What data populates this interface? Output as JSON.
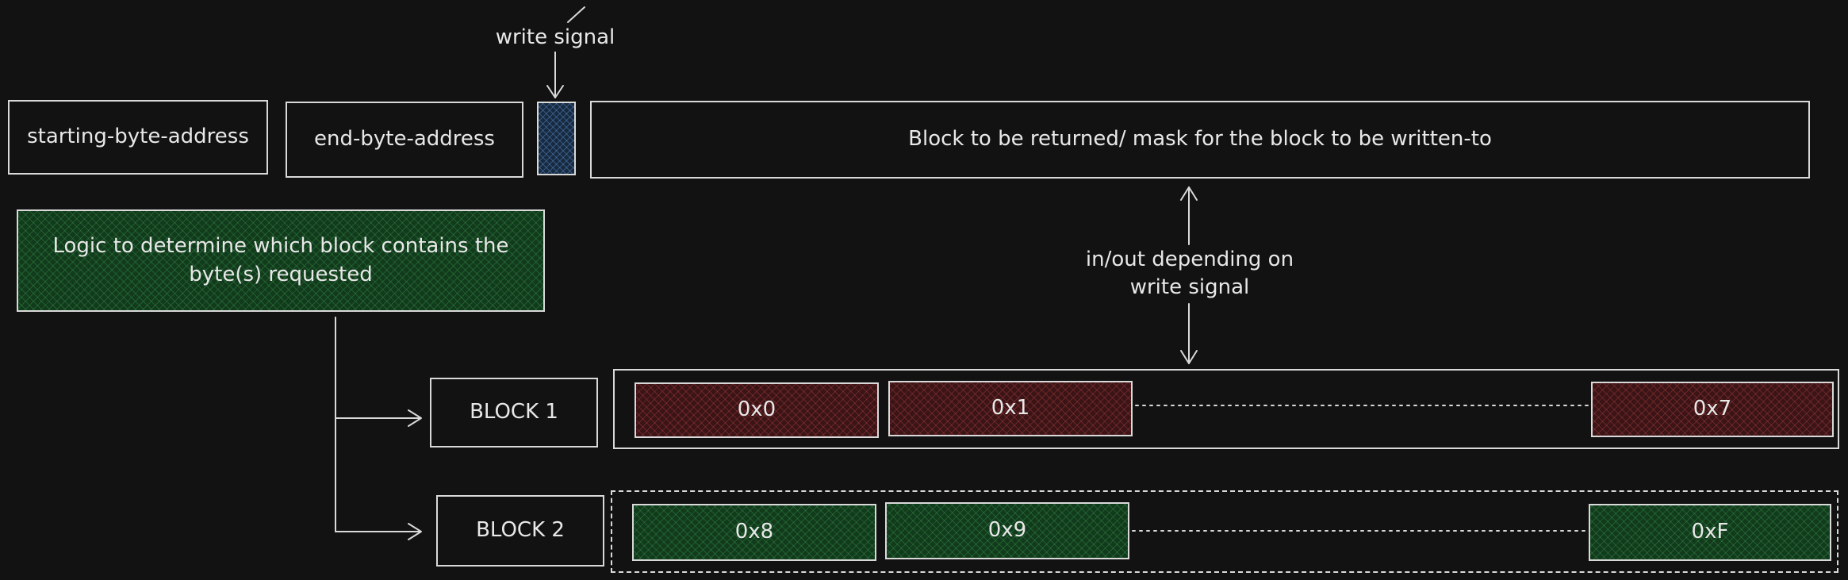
{
  "labels": {
    "write_signal": "write signal",
    "in_out": "in/out depending on write signal"
  },
  "boxes": {
    "starting_address": "starting-byte-address",
    "end_address": "end-byte-address",
    "block_returned": "Block to be returned/ mask for the block to be written-to",
    "logic": "Logic to determine which block contains the byte(s) requested",
    "block1": "BLOCK 1",
    "block2": "BLOCK 2"
  },
  "block1_bytes": [
    "0x0",
    "0x1",
    "0x7"
  ],
  "block2_bytes": [
    "0x8",
    "0x9",
    "0xF"
  ],
  "colors": {
    "background": "#121212",
    "stroke": "#d9d9d9",
    "green_fill": "#123a1c",
    "red_fill": "#3a1416",
    "blue_fill": "#172a40"
  }
}
